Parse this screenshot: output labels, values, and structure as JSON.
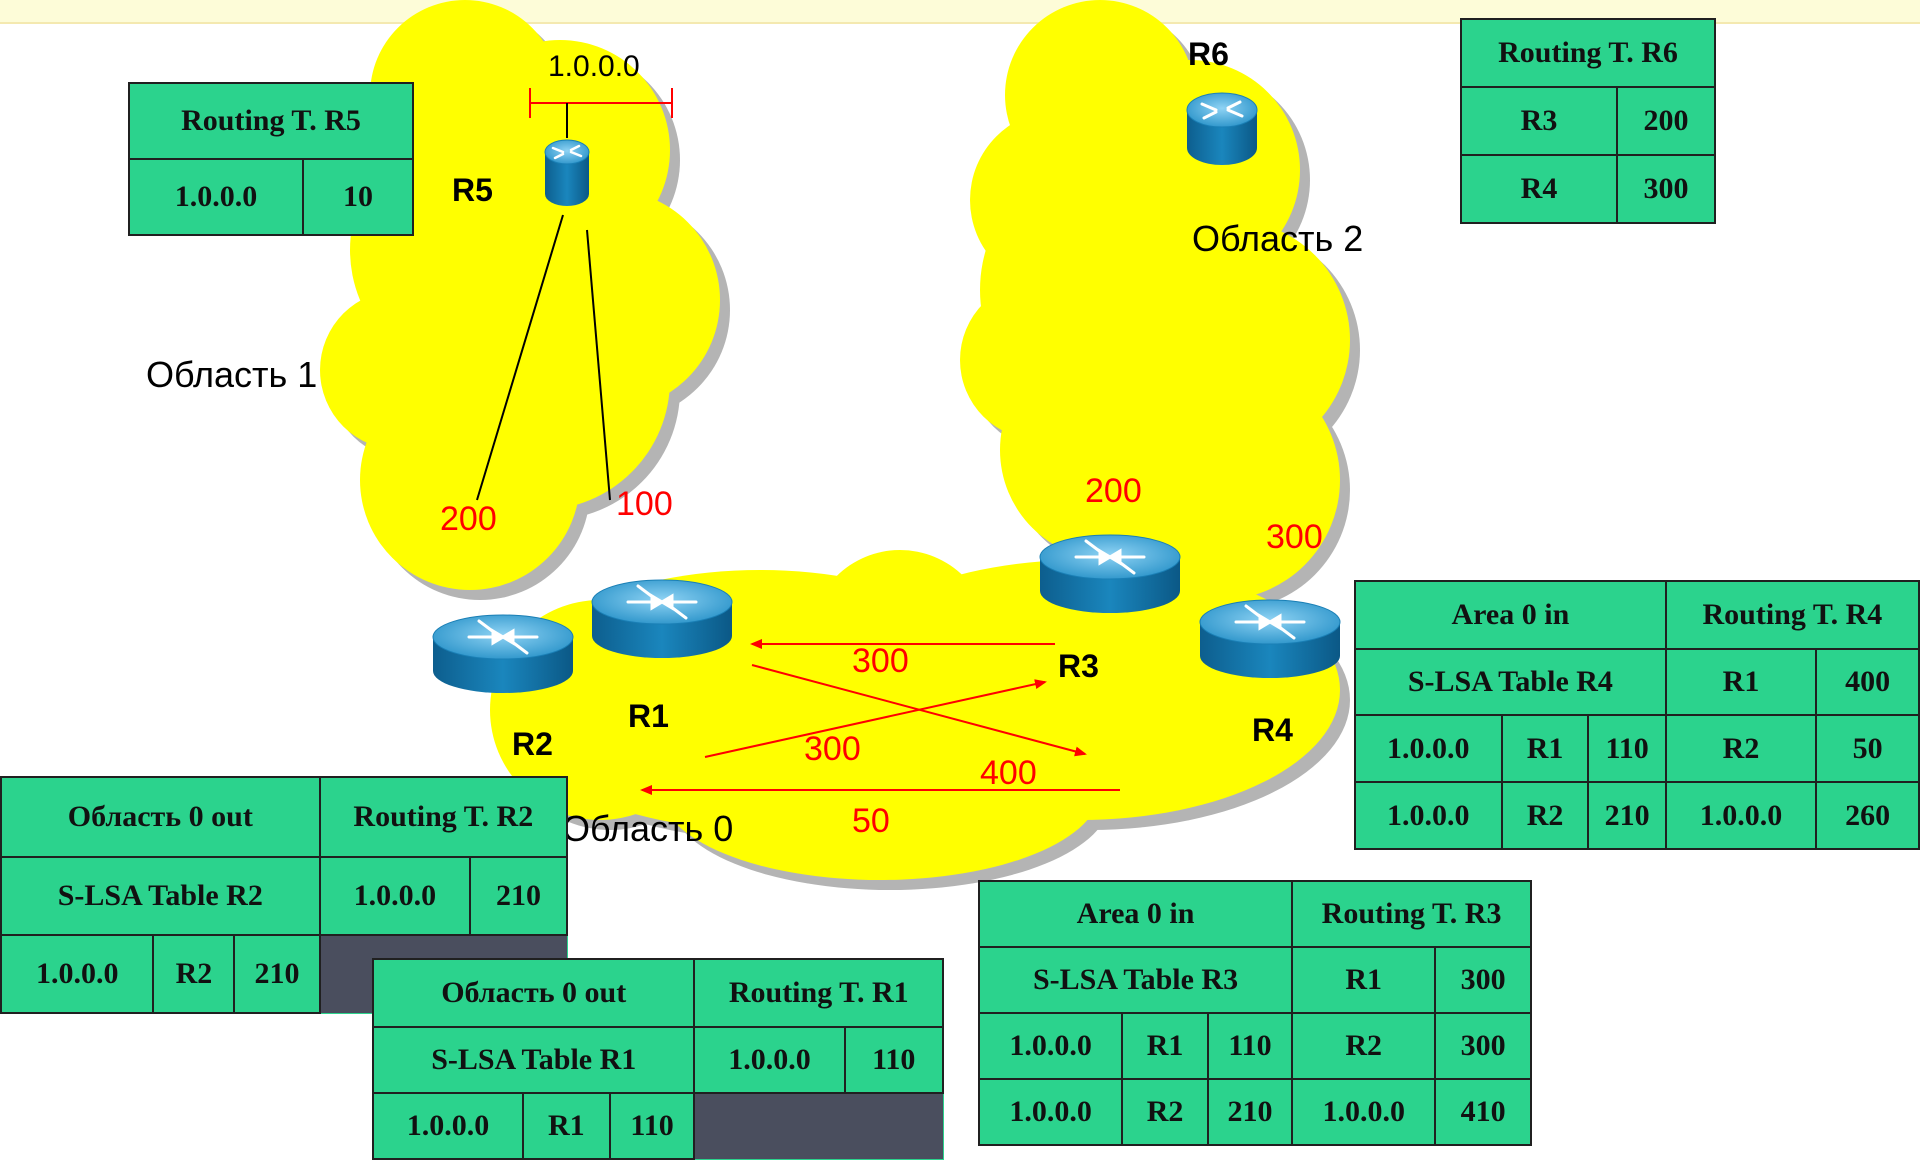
{
  "network_label": "1.0.0.0",
  "areas": {
    "area0": "Область 0",
    "area1": "Область 1",
    "area2": "Область 2"
  },
  "routers": {
    "r1": "R1",
    "r2": "R2",
    "r3": "R3",
    "r4": "R4",
    "r5": "R5",
    "r6": "R6"
  },
  "costs": {
    "r5_r2": "200",
    "r5_r1": "100",
    "r3_r6": "200",
    "r4_r6": "300",
    "r3_r1": "300",
    "r1_r3": "300",
    "r1_r4": "400",
    "r4_r2": "50"
  },
  "colors": {
    "cloud": "#ffff00",
    "cloud_shadow": "#b4b4b4",
    "table_fill": "#2bd38d",
    "empty_cell": "#4a4e5e",
    "cost_text": "#ff0000"
  },
  "tables": {
    "rt_r5": {
      "title": "Routing T. R5",
      "rows": [
        [
          "1.0.0.0",
          "10"
        ]
      ]
    },
    "rt_r6": {
      "title": "Routing T. R6",
      "rows": [
        [
          "R3",
          "200"
        ],
        [
          "R4",
          "300"
        ]
      ]
    },
    "r4": {
      "in_title": "Area 0 in",
      "slsa_title": "S-LSA Table R4",
      "slsa_rows": [
        [
          "1.0.0.0",
          "R1",
          "110"
        ],
        [
          "1.0.0.0",
          "R2",
          "210"
        ]
      ],
      "rt_title": "Routing T. R4",
      "rt_rows": [
        [
          "R1",
          "400"
        ],
        [
          "R2",
          "50"
        ],
        [
          "1.0.0.0",
          "260"
        ]
      ]
    },
    "r3": {
      "in_title": "Area 0 in",
      "slsa_title": "S-LSA Table R3",
      "slsa_rows": [
        [
          "1.0.0.0",
          "R1",
          "110"
        ],
        [
          "1.0.0.0",
          "R2",
          "210"
        ]
      ],
      "rt_title": "Routing T. R3",
      "rt_rows": [
        [
          "R1",
          "300"
        ],
        [
          "R2",
          "300"
        ],
        [
          "1.0.0.0",
          "410"
        ]
      ]
    },
    "r2": {
      "out_title": "Область 0 out",
      "slsa_title": "S-LSA Table R2",
      "slsa_rows": [
        [
          "1.0.0.0",
          "R2",
          "210"
        ]
      ],
      "rt_title": "Routing T. R2",
      "rt_rows": [
        [
          "1.0.0.0",
          "210"
        ]
      ]
    },
    "r1": {
      "out_title": "Область 0 out",
      "slsa_title": "S-LSA Table R1",
      "slsa_rows": [
        [
          "1.0.0.0",
          "R1",
          "110"
        ]
      ],
      "rt_title": "Routing T. R1",
      "rt_rows": [
        [
          "1.0.0.0",
          "110"
        ]
      ]
    }
  }
}
